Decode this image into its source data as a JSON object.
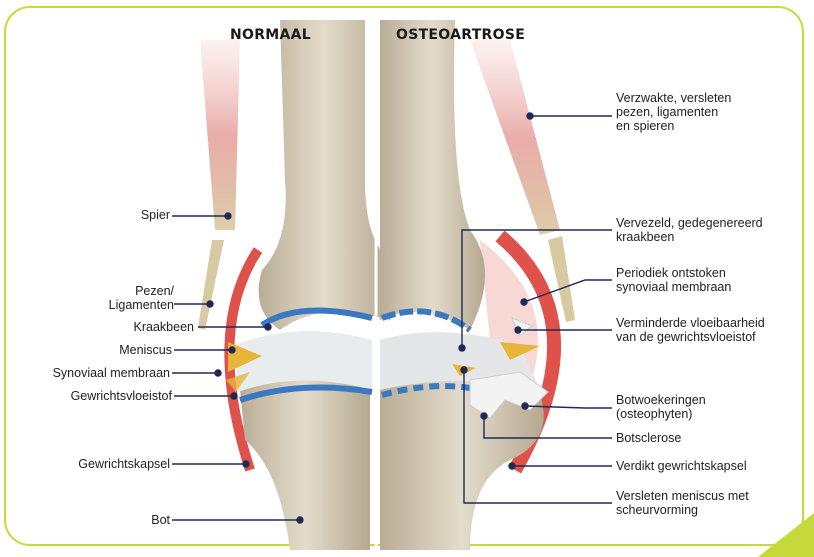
{
  "titles": {
    "normal": "NORMAAL",
    "osteo": "OSTEOARTROSE"
  },
  "labels_left": [
    "Spier",
    "Pezen/\nLigamenten",
    "Kraakbeen",
    "Meniscus",
    "Synoviaal membraan",
    "Gewrichtsvloeistof",
    "Gewrichtskapsel",
    "Bot"
  ],
  "labels_right": [
    "Verzwakte, versleten\npezen, ligamenten\nen spieren",
    "Vervezeld, gedegenereerd\nkraakbeen",
    "Periodiek ontstoken\nsynoviaal membraan",
    "Verminderde vloeibaarheid\nvan de gewrichtsvloeistof",
    "Botwoekeringen\n(osteophyten)",
    "Botsclerose",
    "Verdikt gewrichtskapsel",
    "Versleten meniscus met\nscheurvorming"
  ],
  "colors": {
    "frame": "#c6d93a",
    "bone": "#d8ceb9",
    "cartilage": "#3a78c2",
    "capsule": "#d9332b",
    "meniscus": "#e8b53a",
    "leader": "#1e2a55"
  }
}
